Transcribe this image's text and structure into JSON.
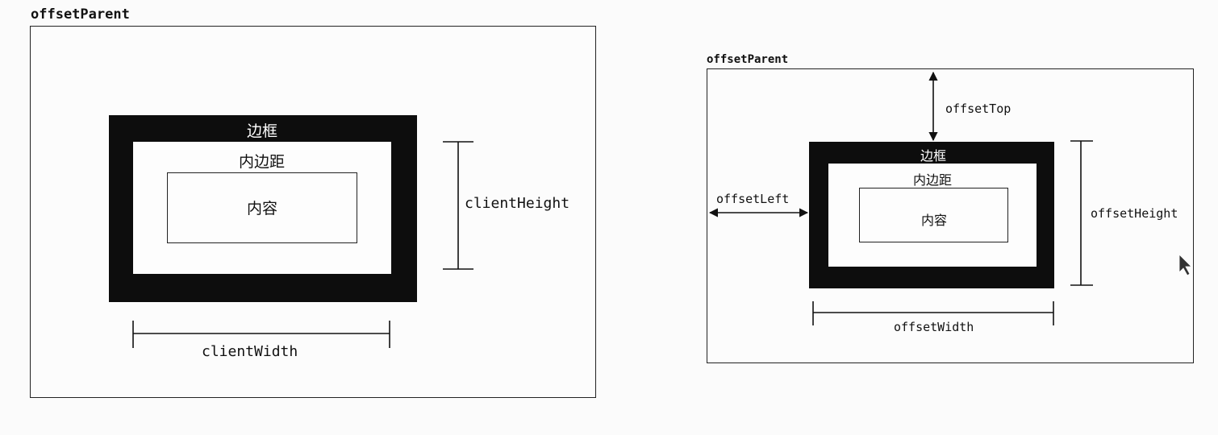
{
  "left_diagram": {
    "parent_label": "offsetParent",
    "border_label": "边框",
    "padding_label": "内边距",
    "content_label": "内容",
    "height_label": "clientHeight",
    "width_label": "clientWidth"
  },
  "right_diagram": {
    "parent_label": "offsetParent",
    "border_label": "边框",
    "padding_label": "内边距",
    "content_label": "内容",
    "top_label": "offsetTop",
    "left_label": "offsetLeft",
    "height_label": "offsetHeight",
    "width_label": "offsetWidth"
  }
}
